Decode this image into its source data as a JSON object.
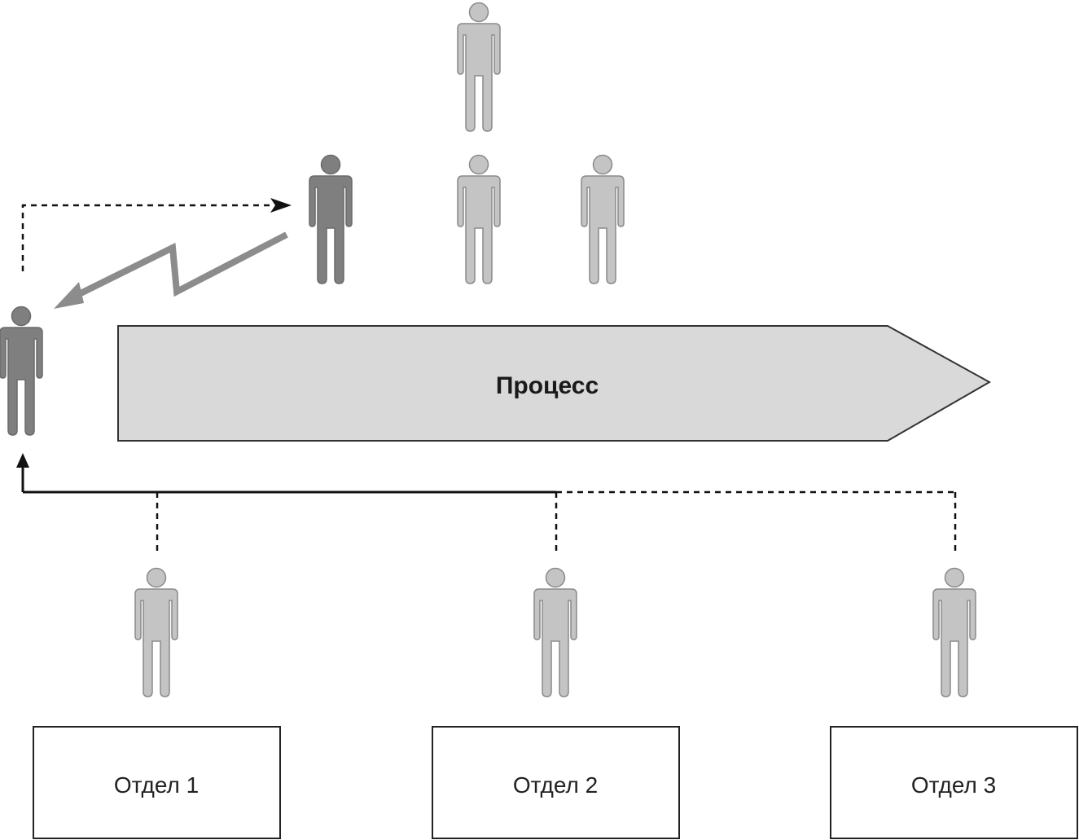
{
  "process": {
    "label": "Процесс"
  },
  "departments": [
    {
      "label": "Отдел 1"
    },
    {
      "label": "Отдел 2"
    },
    {
      "label": "Отдел 3"
    }
  ],
  "colors": {
    "person_dark": "#7f7f7f",
    "person_light": "#c4c4c4",
    "person_outline": "#8a8a8a",
    "process_fill": "#d9d9d9",
    "zigzag": "#8c8c8c",
    "line": "#111111"
  }
}
